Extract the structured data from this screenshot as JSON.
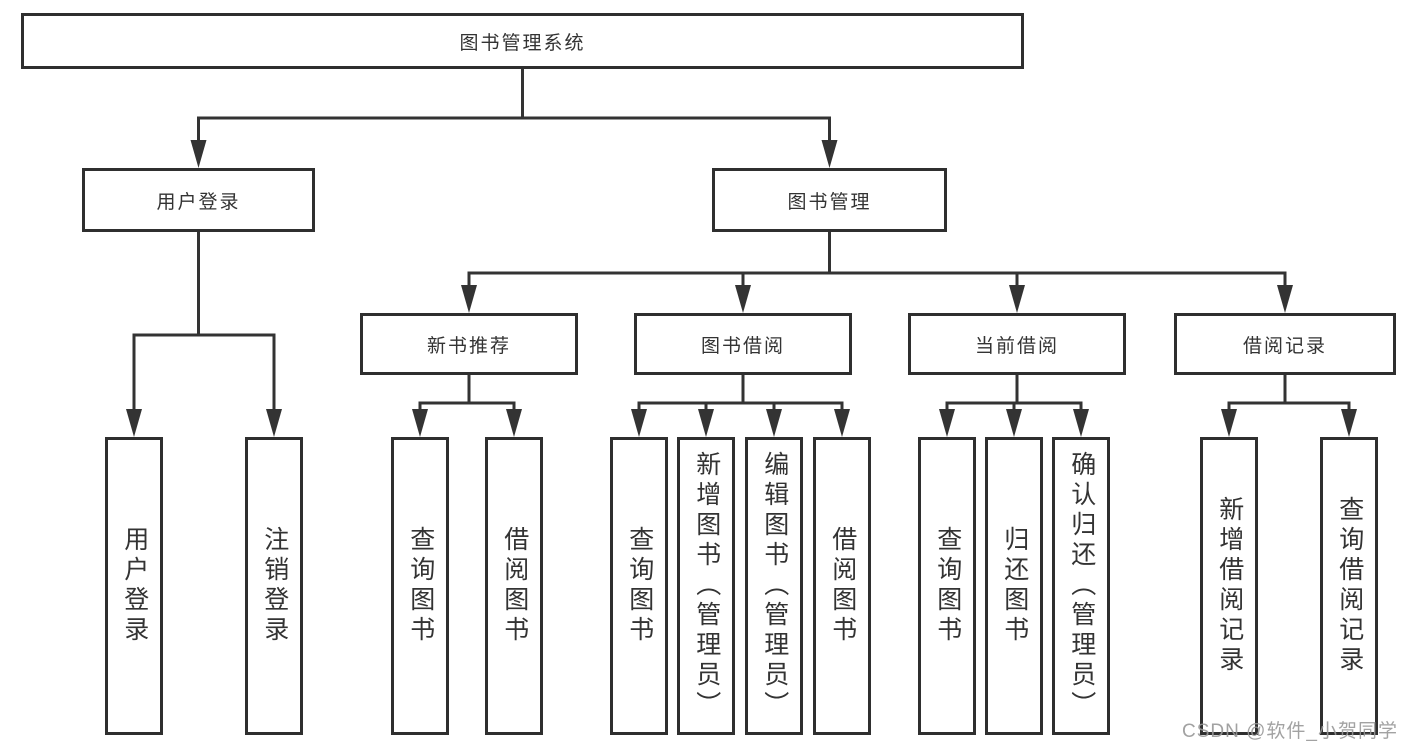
{
  "tree": {
    "label": "图书管理系统",
    "children": [
      {
        "label": "用户登录",
        "children": [
          {
            "label": "用户登录"
          },
          {
            "label": "注销登录"
          }
        ]
      },
      {
        "label": "图书管理",
        "children": [
          {
            "label": "新书推荐",
            "children": [
              {
                "label": "查询图书"
              },
              {
                "label": "借阅图书"
              }
            ]
          },
          {
            "label": "图书借阅",
            "children": [
              {
                "label": "查询图书"
              },
              {
                "label": "新增图书（管理员）"
              },
              {
                "label": "编辑图书（管理员）"
              },
              {
                "label": "借阅图书"
              }
            ]
          },
          {
            "label": "当前借阅",
            "children": [
              {
                "label": "查询图书"
              },
              {
                "label": "归还图书"
              },
              {
                "label": "确认归还（管理员）"
              }
            ]
          },
          {
            "label": "借阅记录",
            "children": [
              {
                "label": "新增借阅记录"
              },
              {
                "label": "查询借阅记录"
              }
            ]
          }
        ]
      }
    ]
  },
  "watermark": {
    "text": "CSDN @软件_小贺同学"
  },
  "colors": {
    "line": "#333333",
    "box_border": "#2f2f2f",
    "text": "#333333",
    "watermark": "#989898",
    "background": "#ffffff"
  }
}
